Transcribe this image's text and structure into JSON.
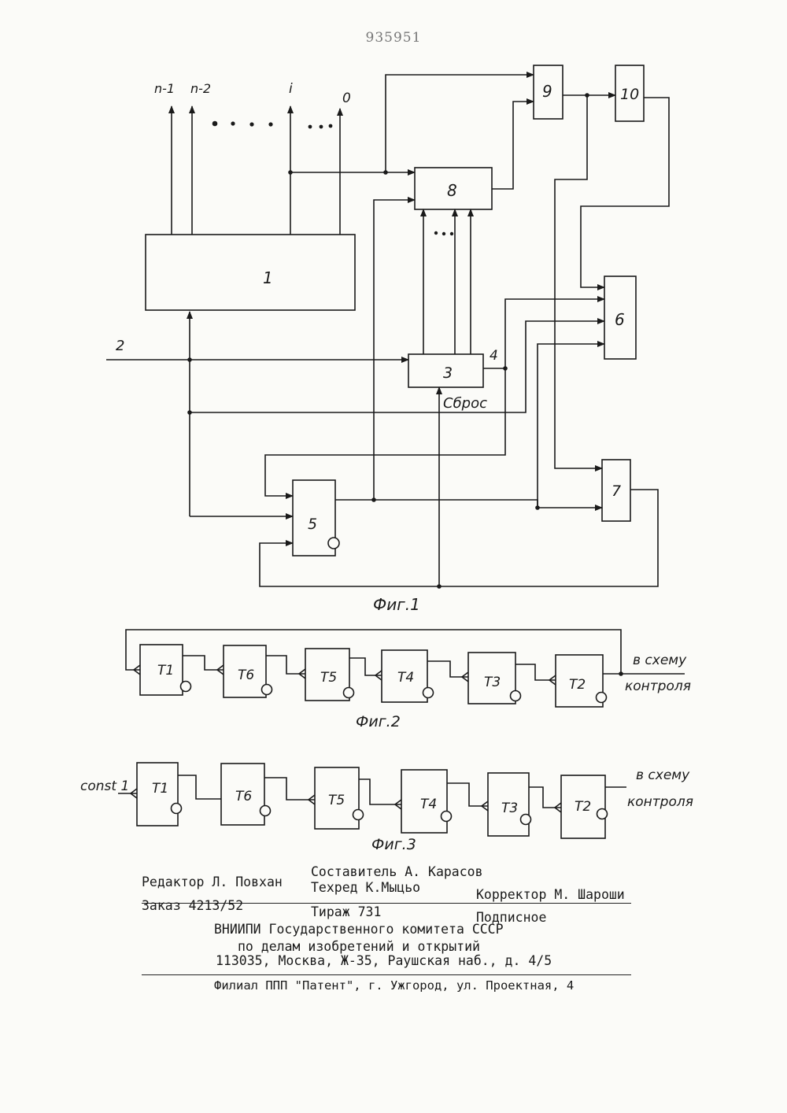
{
  "patent_number": "935951",
  "fig1": {
    "caption": "Фиг.1",
    "block_labels": {
      "b1": "1",
      "b3": "3",
      "b5": "5",
      "b6": "6",
      "b7": "7",
      "b8": "8",
      "b9": "9",
      "b10": "10"
    },
    "output_labels": [
      "n-1",
      "n-2",
      "i",
      "0"
    ],
    "input_2": "2",
    "output_4": "4",
    "reset_label": "Сброс",
    "dots": "..."
  },
  "fig2": {
    "caption": "Фиг.2",
    "triggers": [
      "T1",
      "T6",
      "T5",
      "T4",
      "T3",
      "T2"
    ],
    "output_label_line1": "в схему",
    "output_label_line2": "контроля"
  },
  "fig3": {
    "caption": "Фиг.3",
    "input_label": "const 1",
    "triggers": [
      "T1",
      "T6",
      "T5",
      "T4",
      "T3",
      "T2"
    ],
    "output_label_line1": "в схему",
    "output_label_line2": "контроля"
  },
  "imprint": {
    "editor": "Редактор Л. Повхан",
    "compiler": "Составитель А. Карасов",
    "techred": "Техред К.Мыцьо",
    "corrector": "Корректор М. Шароши",
    "order": "Заказ 4213/52",
    "circulation": "Тираж 731",
    "subscription": "Подписное",
    "org_line1": "ВНИИПИ Государственного комитета СССР",
    "org_line2": "по делам изобретений и открытий",
    "address": "113035, Москва, Ж-35, Раушская наб., д. 4/5",
    "branch": "Филиал ППП \"Патент\", г. Ужгород, ул. Проектная, 4"
  }
}
